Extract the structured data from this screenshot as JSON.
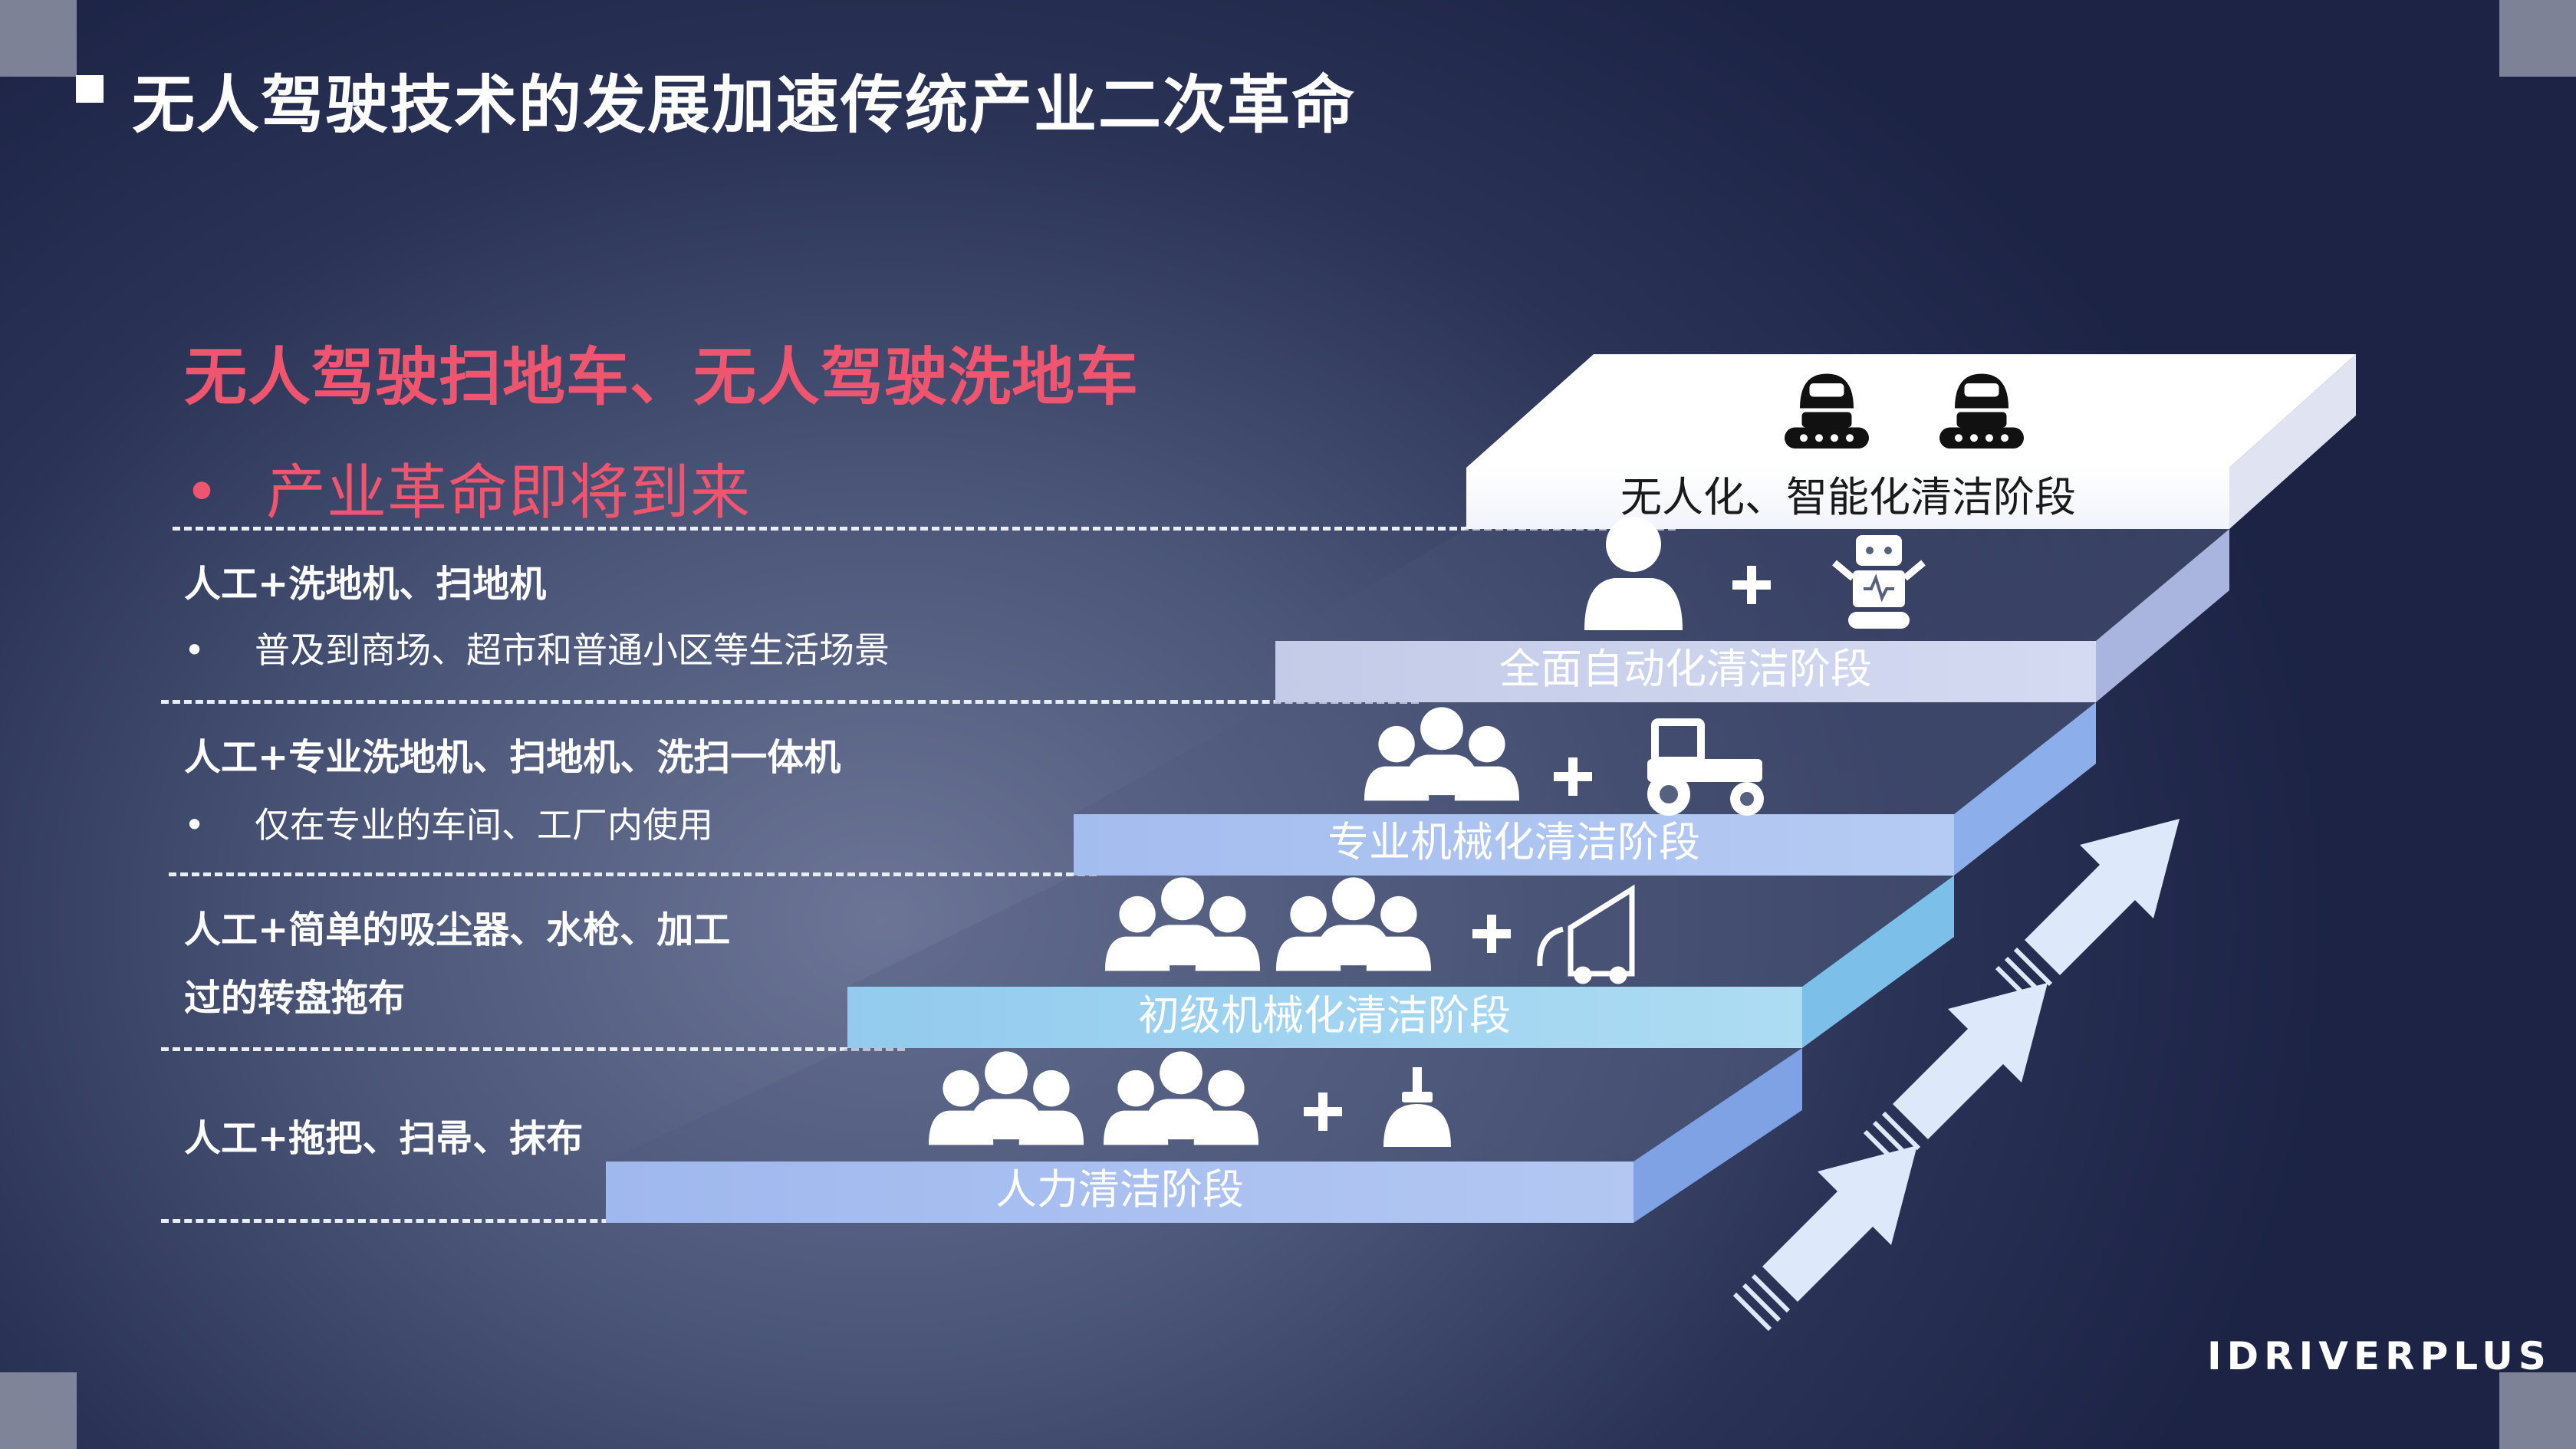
{
  "title": "无人驾驶技术的发展加速传统产业二次革命",
  "subtitle": "无人驾驶扫地车、无人驾驶洗地车",
  "subtitle_bullet": "产业革命即将到来",
  "rows": [
    {
      "heading": "人工+洗地机、扫地机",
      "item": "普及到商场、超市和普通小区等生活场景"
    },
    {
      "heading": "人工+专业洗地机、扫地机、洗扫一体机",
      "item": "仅在专业的车间、工厂内使用"
    },
    {
      "heading": "人工+简单的吸尘器、水枪、加工",
      "heading2": "过的转盘拖布"
    },
    {
      "heading": "人工+拖把、扫帚、抹布"
    }
  ],
  "stages": [
    {
      "label": "无人化、智能化清洁阶段",
      "icons": [
        "robot-icon",
        "robot-icon"
      ]
    },
    {
      "label": "全面自动化清洁阶段",
      "icons": [
        "person-icon",
        "plus-icon",
        "service-robot-icon"
      ]
    },
    {
      "label": "专业机械化清洁阶段",
      "icons": [
        "group-icon",
        "plus-icon",
        "tractor-icon"
      ]
    },
    {
      "label": "初级机械化清洁阶段",
      "icons": [
        "group-icon",
        "group-icon",
        "plus-icon",
        "vacuum-cleaner-icon"
      ]
    },
    {
      "label": "人力清洁阶段",
      "icons": [
        "group-icon",
        "group-icon",
        "plus-icon",
        "broom-icon"
      ]
    }
  ],
  "brand": "IDRIVERPLUS",
  "colors": {
    "title_text": "#ffffff",
    "accent_red": "#f0556f",
    "stage_top": "#f4f6fc",
    "stage_2": "#c5cdea",
    "stage_3": "#a9c4f0",
    "stage_4": "#9ed2f0",
    "stage_5": "#a9c1ef",
    "arrow": "#dde8fb"
  }
}
